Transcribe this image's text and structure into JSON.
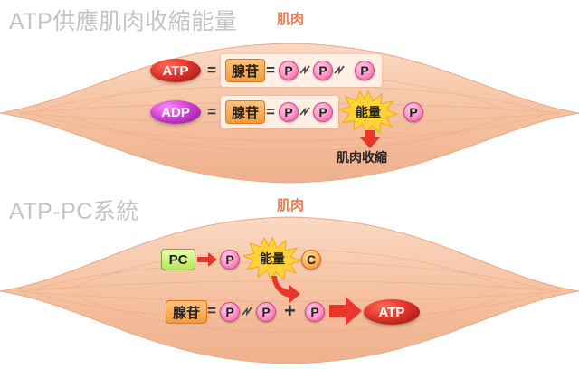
{
  "section1": {
    "title": "ATP供應肌肉收縮能量",
    "muscle_label": "肌肉",
    "row1": {
      "oval": "ATP",
      "eq": "=",
      "base": "腺苷",
      "eq2": "=",
      "p1": "P",
      "p2": "P",
      "p3": "P"
    },
    "row2": {
      "oval": "ADP",
      "eq": "=",
      "base": "腺苷",
      "eq2": "=",
      "p1": "P",
      "p2": "P",
      "energy": "能量",
      "p3": "P"
    },
    "result": "肌肉收縮"
  },
  "section2": {
    "title": "ATP-PC系統",
    "muscle_label": "肌肉",
    "row1": {
      "pc": "PC",
      "p": "P",
      "energy": "能量",
      "c": "C"
    },
    "row2": {
      "base": "腺苷",
      "eq": "=",
      "p1": "P",
      "p2": "P",
      "plus": "+",
      "p3": "P",
      "oval": "ATP"
    }
  },
  "colors": {
    "muscle": "#f6c9ab",
    "title_gray": "#c4c4c4",
    "muscle_label": "#e67a4e",
    "arrow_red": "#e8362a",
    "starburst": "#ffd23a"
  }
}
